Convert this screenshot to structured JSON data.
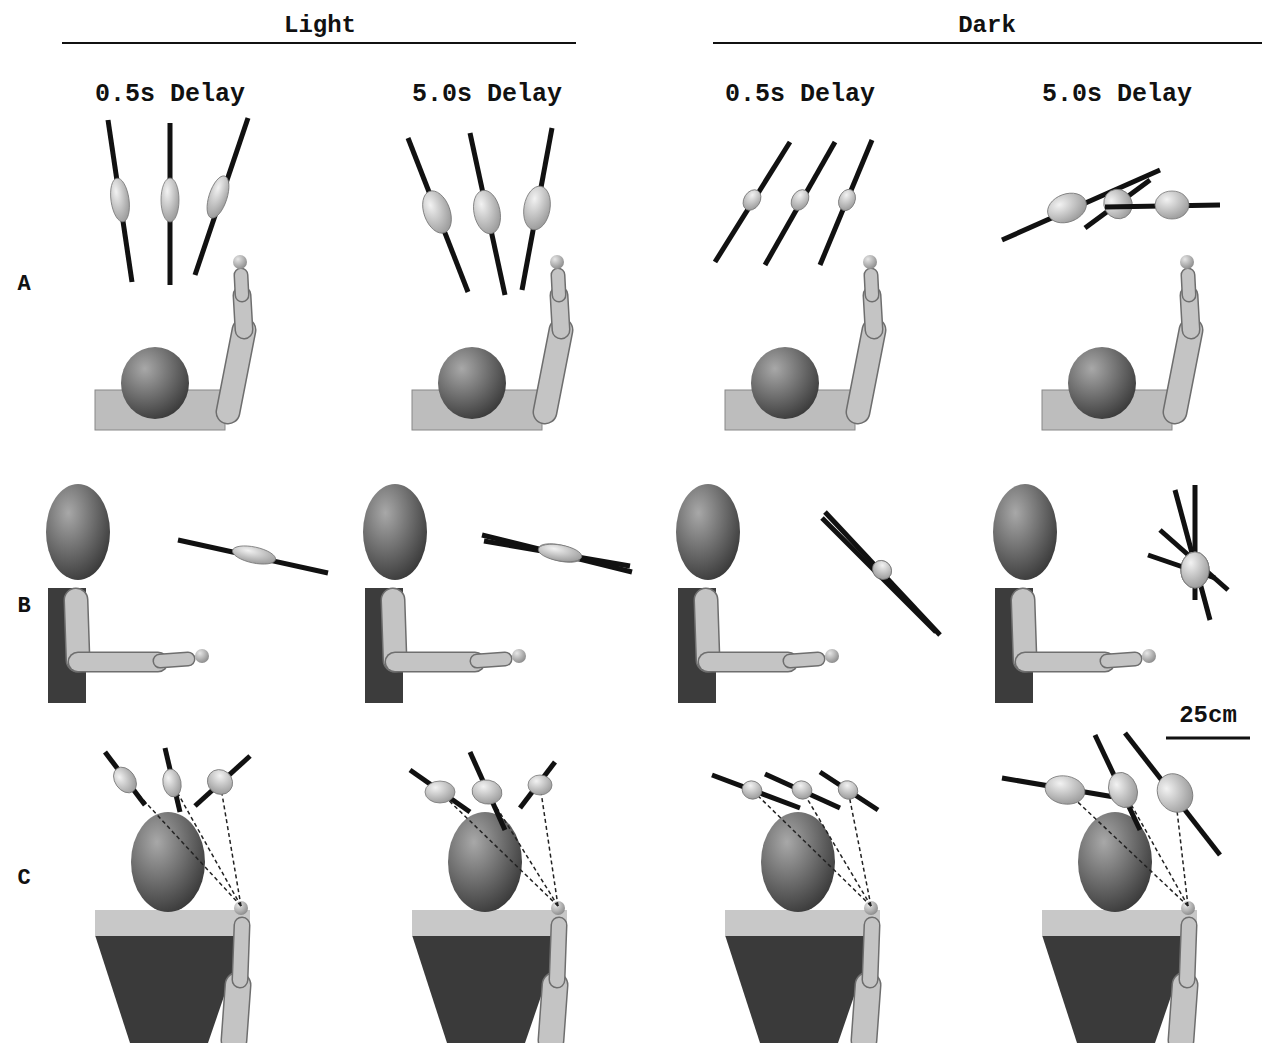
{
  "diagram": {
    "labels": [
      "Light",
      "Dark",
      "0.5s Delay",
      "5.0s Delay",
      "0.5s Delay",
      "5.0s Delay",
      "A",
      "B",
      "C",
      "25cm"
    ]
  }
}
